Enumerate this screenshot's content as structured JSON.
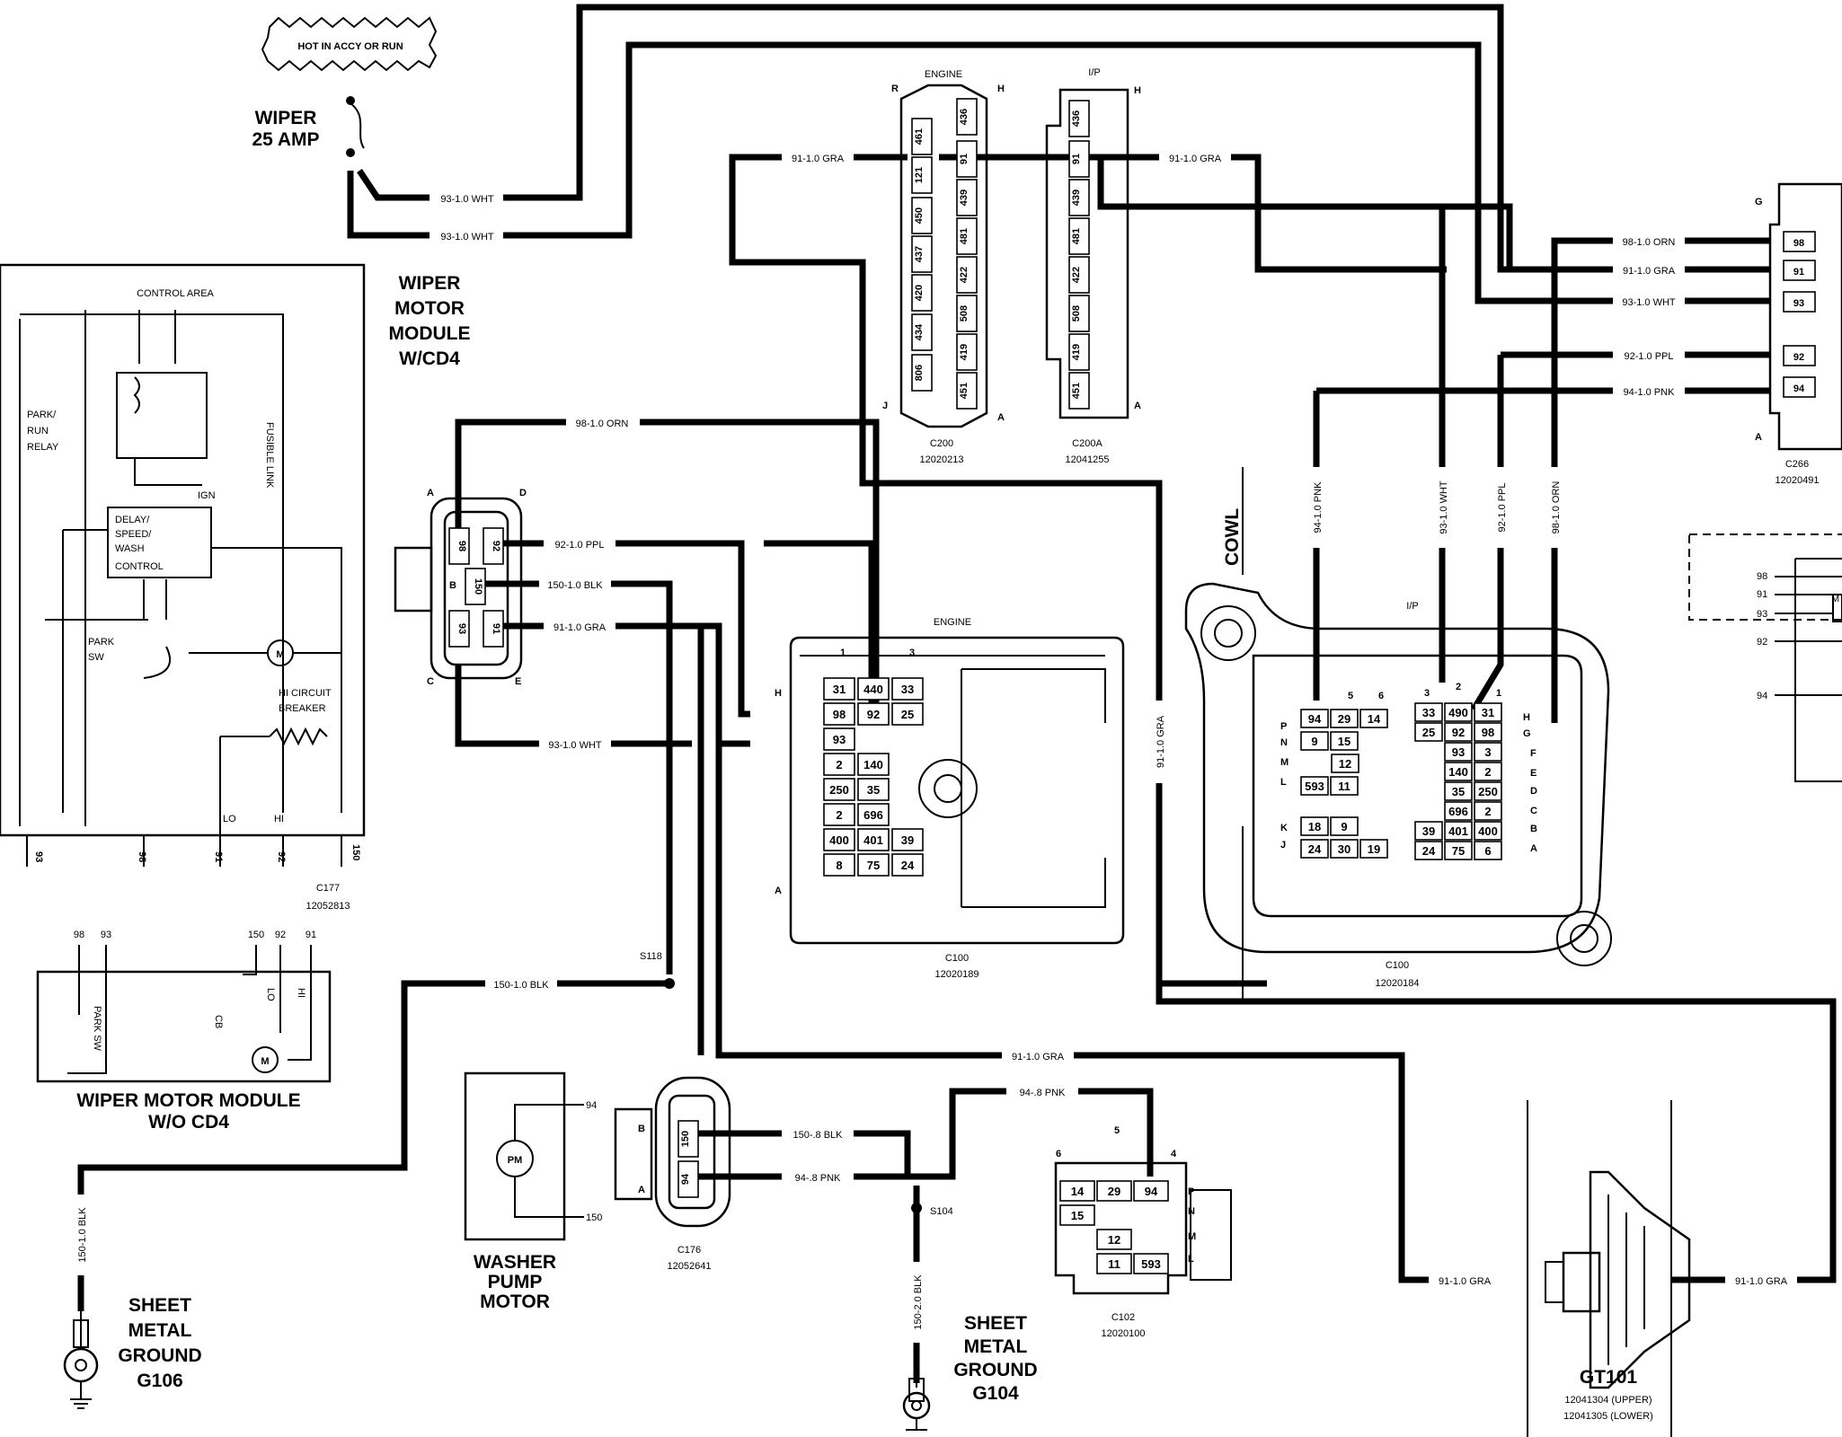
{
  "labels": {
    "hot_in_accy": "HOT IN ACCY OR RUN",
    "fuse_line1": "WIPER",
    "fuse_line2": "25 AMP",
    "module_cd4": [
      "WIPER",
      "MOTOR",
      "MODULE",
      "W/CD4"
    ],
    "control_area": "CONTROL AREA",
    "park_run_relay": [
      "PARK/",
      "RUN",
      "RELAY"
    ],
    "fusible_link": "FUSIBLE LINK",
    "ign": "IGN",
    "delay_ctrl": [
      "DELAY/",
      "SPEED/",
      "WASH",
      "CONTROL"
    ],
    "park_sw": [
      "PARK",
      "SW"
    ],
    "hi_breaker": [
      "HI CIRCUIT",
      "BREAKER"
    ],
    "lo": "LO",
    "hi": "HI",
    "module_pins": [
      "93",
      "98",
      "91",
      "92",
      "150"
    ],
    "c177": "C177",
    "c177_part": "12052813",
    "wo_cd4_pins": [
      "98",
      "93",
      "150",
      "92",
      "91"
    ],
    "wo_cd4_inner": [
      "PARK SW",
      "CB",
      "LO",
      "HI",
      "M"
    ],
    "module_wo_cd4": [
      "WIPER MOTOR MODULE",
      "W/O CD4"
    ],
    "s118": "S118",
    "s104": "S104",
    "washer_pump": [
      "WASHER",
      "PUMP",
      "MOTOR"
    ],
    "pm": "PM",
    "washer_pins": [
      "94",
      "150"
    ],
    "c176": "C176",
    "c176_part": "12052641",
    "ground_g106": [
      "SHEET",
      "METAL",
      "GROUND",
      "G106"
    ],
    "ground_g104": [
      "SHEET",
      "METAL",
      "GROUND",
      "G104"
    ],
    "engine": "ENGINE",
    "ip": "I/P",
    "c200": "C200",
    "c200_part": "12020213",
    "c200a": "C200A",
    "c200a_part": "12041255",
    "c200_pins": [
      "436",
      "91",
      "439",
      "481",
      "422",
      "508",
      "419",
      "451"
    ],
    "c200_pins_left": [
      "461",
      "121",
      "450",
      "437",
      "420",
      "434",
      "806"
    ],
    "c200a_pins": [
      "436",
      "91",
      "439",
      "481",
      "422",
      "508",
      "419",
      "451"
    ],
    "c266": "C266",
    "c266_part": "12020491",
    "c266_pins": [
      "98",
      "91",
      "93",
      "92",
      "94"
    ],
    "c100_engine": "C100",
    "c100_engine_part": "12020189",
    "c100_ip": "C100",
    "c100_ip_part": "12020184",
    "cowl": "COWL",
    "c102": "C102",
    "c102_part": "12020100",
    "gt101": "GT101",
    "gt101_upper": "12041304 (UPPER)",
    "gt101_lower": "12041305 (LOWER)",
    "right_pins": [
      "98",
      "91",
      "93",
      "92",
      "94"
    ],
    "right_m": "M",
    "conn_letters": {
      "a": "A",
      "b": "B",
      "c": "C",
      "d": "D",
      "e": "E",
      "f": "F",
      "g": "G",
      "h": "H",
      "j": "J",
      "k": "K",
      "l": "L",
      "m": "M",
      "n": "N",
      "p": "P",
      "r": "R"
    },
    "nums": {
      "n1": "1",
      "n2": "2",
      "n3": "3",
      "n4": "4",
      "n5": "5",
      "n6": "6"
    }
  },
  "wires": {
    "w93_wht": "93-1.0 WHT",
    "w93_wht_b": "93-1.0 WHT",
    "w91_gra": "91-1.0 GRA",
    "w98_orn": "98-1.0 ORN",
    "w92_ppl": "92-1.0 PPL",
    "w150_blk": "150-1.0 BLK",
    "w94_pnk_thin": "94-.8 PNK",
    "w150_blk_thin": "150-.8 BLK",
    "w94_pnk": "94-1.0 PNK",
    "w150_2_blk": "150-2.0 BLK"
  },
  "c100_engine_cells": [
    [
      "31",
      "440",
      "33"
    ],
    [
      "98",
      "92",
      "25"
    ],
    [
      "93"
    ],
    [
      "2",
      "140"
    ],
    [
      "250",
      "35"
    ],
    [
      "2",
      "696"
    ],
    [
      "400",
      "401",
      "39"
    ],
    [
      "8",
      "75",
      "24"
    ]
  ],
  "c100_ip_left_cells": [
    [
      "94",
      "29",
      "14"
    ],
    [
      "9",
      "15"
    ],
    [
      "12"
    ],
    [
      "593",
      "11"
    ],
    [
      "18",
      "9"
    ],
    [
      "24",
      "30",
      "19"
    ]
  ],
  "c100_ip_right_cells": [
    [
      "33",
      "490",
      "31"
    ],
    [
      "25",
      "92",
      "98"
    ],
    [
      "93",
      "3"
    ],
    [
      "140",
      "2"
    ],
    [
      "35",
      "250"
    ],
    [
      "696",
      "2"
    ],
    [
      "39",
      "401",
      "400"
    ],
    [
      "24",
      "75",
      "6"
    ]
  ],
  "c102_cells": [
    [
      "14",
      "29",
      "94"
    ],
    [
      "15"
    ],
    [
      "12"
    ],
    [
      "11",
      "593"
    ]
  ]
}
